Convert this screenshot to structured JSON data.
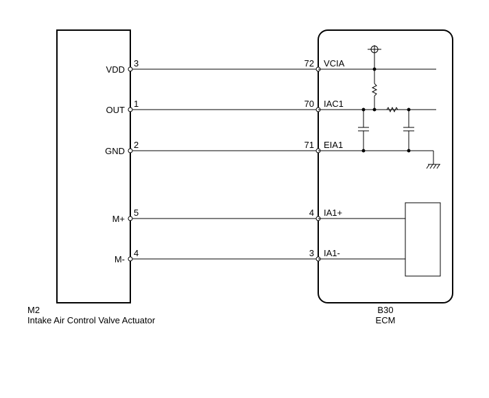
{
  "left_component": {
    "code": "M2",
    "name": "Intake Air Control Valve Actuator",
    "pins": [
      {
        "name": "VDD",
        "number": "3"
      },
      {
        "name": "OUT",
        "number": "1"
      },
      {
        "name": "GND",
        "number": "2"
      },
      {
        "name": "M+",
        "number": "5"
      },
      {
        "name": "M-",
        "number": "4"
      }
    ]
  },
  "right_component": {
    "code": "B30",
    "name": "ECM",
    "pins": [
      {
        "name": "VCIA",
        "number": "72"
      },
      {
        "name": "IAC1",
        "number": "70"
      },
      {
        "name": "EIA1",
        "number": "71"
      },
      {
        "name": "IA1+",
        "number": "4"
      },
      {
        "name": "IA1-",
        "number": "3"
      }
    ]
  }
}
